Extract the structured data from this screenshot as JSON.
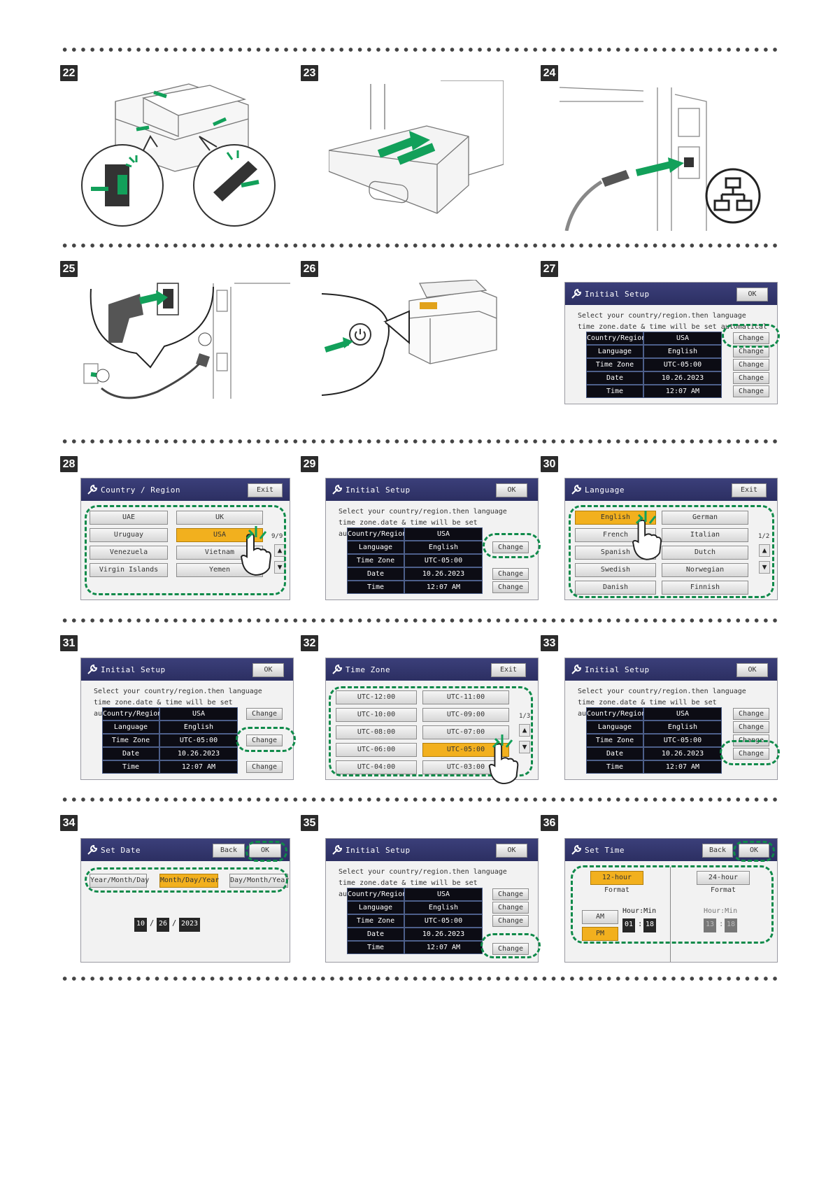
{
  "steps": [
    "22",
    "23",
    "24",
    "25",
    "26",
    "27",
    "28",
    "29",
    "30",
    "31",
    "32",
    "33",
    "34",
    "35",
    "36"
  ],
  "initial_setup": {
    "title": "Initial Setup",
    "ok": "OK",
    "line1": "Select your country/region.then language",
    "line2": "time zone.date & time will be set automatically.",
    "line2_cut": "time zone.date & time will be set automatical",
    "rows": [
      {
        "label": "Country/Region",
        "value": "USA"
      },
      {
        "label": "Language",
        "value": "English"
      },
      {
        "label": "Time Zone",
        "value": "UTC-05:00"
      },
      {
        "label": "Date",
        "value": "10.26.2023"
      },
      {
        "label": "Time",
        "value": "12:07 AM"
      }
    ],
    "change": "Change"
  },
  "country": {
    "title": "Country / Region",
    "exit": "Exit",
    "items": [
      "UAE",
      "UK",
      "Uruguay",
      "USA",
      "Venezuela",
      "Vietnam",
      "Virgin Islands",
      "Yemen"
    ],
    "page": "9/9"
  },
  "language": {
    "title": "Language",
    "exit": "Exit",
    "items": [
      "English",
      "German",
      "French",
      "Italian",
      "Spanish",
      "Dutch",
      "Swedish",
      "Norwegian",
      "Danish",
      "Finnish"
    ],
    "page": "1/2"
  },
  "timezone": {
    "title": "Time Zone",
    "exit": "Exit",
    "items": [
      "UTC-12:00",
      "UTC-11:00",
      "UTC-10:00",
      "UTC-09:00",
      "UTC-08:00",
      "UTC-07:00",
      "UTC-06:00",
      "UTC-05:00",
      "UTC-04:00",
      "UTC-03:00"
    ],
    "page": "1/3"
  },
  "setdate": {
    "title": "Set Date",
    "back": "Back",
    "ok": "OK",
    "formats": [
      "Year/Month/Day",
      "Month/Day/Year",
      "Day/Month/Year"
    ],
    "month": "10",
    "day": "26",
    "year": "2023",
    "sep": "/"
  },
  "settime": {
    "title": "Set Time",
    "back": "Back",
    "ok": "OK",
    "fmt12": "12-hour Format",
    "fmt24": "24-hour Format",
    "am": "AM",
    "pm": "PM",
    "hourmin": "Hour:Min",
    "h12": "01",
    "m12": "18",
    "h24": "13",
    "m24": "18",
    "colon": ":"
  },
  "colors": {
    "highlight": "#0f8a4a",
    "selected": "#f2b01e",
    "titlebar": "#2c2f62",
    "arrow": "#12a05a"
  }
}
